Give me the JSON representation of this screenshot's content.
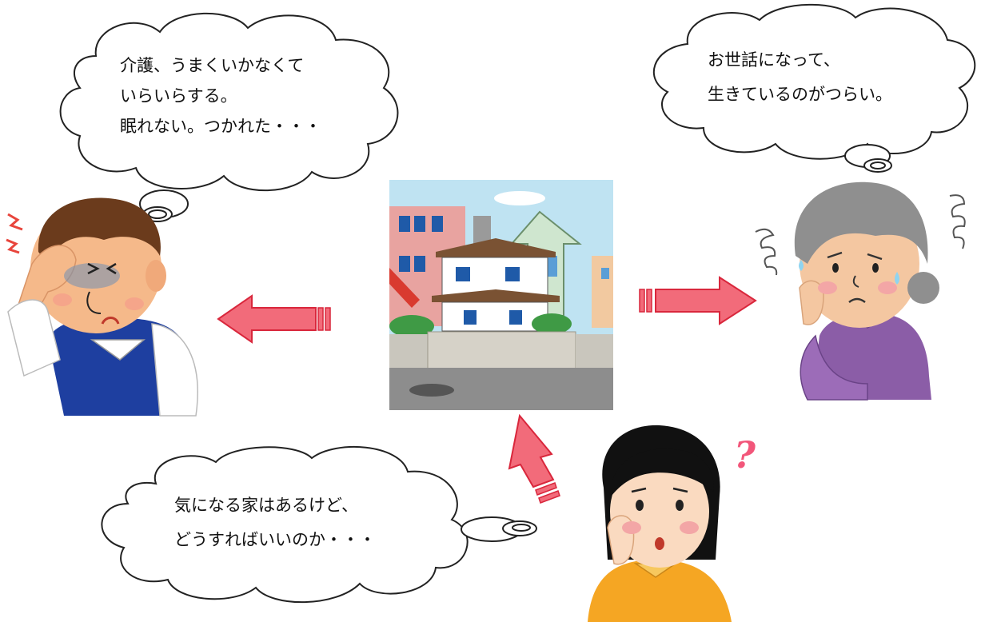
{
  "bubbles": {
    "caregiver": {
      "lines": [
        "介護、うまくいかなくて",
        "いらいらする。",
        "眠れない。つかれた・・・"
      ]
    },
    "elder": {
      "lines": [
        "お世話になって、",
        "生きているのがつらい。"
      ]
    },
    "neighbor": {
      "lines": [
        "気になる家はあるけど、",
        "どうすればいいのか・・・"
      ]
    }
  },
  "question_mark": "?",
  "colors": {
    "arrow_fill": "#f26b7a",
    "arrow_stroke": "#d9273c",
    "sky": "#bfe3f2",
    "road": "#8d8d8d"
  }
}
